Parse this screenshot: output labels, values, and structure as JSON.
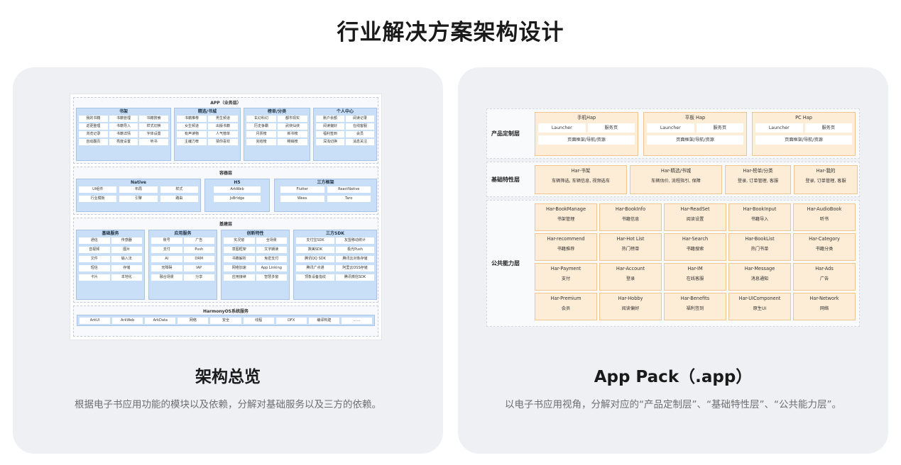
{
  "page": {
    "title": "行业解决方案架构设计"
  },
  "left": {
    "caption": "架构总览",
    "description": "根据电子书应用功能的模块以及依赖，分解对基础服务以及三方的依赖。",
    "app_layer": {
      "title": "APP（业务层）",
      "groups": [
        {
          "title": "书架",
          "items": [
            "我的书籍",
            "书籍管理",
            "书籍搜索",
            "返更整理",
            "书籍导入",
            "样式切换",
            "浏览记录",
            "书籍详情",
            "字体设置",
            "自动翻页",
            "亮度设置",
            "听书"
          ]
        },
        {
          "title": "精选/书城",
          "items": [
            "书籍推荐",
            "男生频道",
            "女生频道",
            "出版书籍",
            "有声读物",
            "人气榜单",
            "主编力荐",
            "猜你喜欢"
          ]
        },
        {
          "title": "榜单/分类",
          "items": [
            "玄幻科幻",
            "都市现实",
            "历史争霸",
            "武侠仙侠",
            "月票榜",
            "新书榜",
            "完结榜",
            "畅销榜"
          ]
        },
        {
          "title": "个人中心",
          "items": [
            "账户余额",
            "阅读记录",
            "阅读偏好",
            "在线客服",
            "福利签到",
            "会员",
            "深浅切换",
            "消息关注"
          ]
        }
      ]
    },
    "container_layer": {
      "title": "容器层",
      "groups": [
        {
          "title": "Native",
          "items": [
            "UI组件",
            "布局",
            "样式",
            "行业模板",
            "引擎",
            "路由"
          ]
        },
        {
          "title": "H5",
          "items": [
            "ArkWeb",
            "JsBridge"
          ]
        },
        {
          "title": "三方框架",
          "items": [
            "Flutter",
            "ReactNative",
            "Weex",
            "Taro"
          ]
        }
      ]
    },
    "base_layer": {
      "title": "基建层",
      "groups": [
        {
          "title": "基础服务",
          "items": [
            "通信",
            "传感器",
            "音视频",
            "图片",
            "文件",
            "输入法",
            "短信",
            "存储",
            "卡片",
            "本地化"
          ]
        },
        {
          "title": "应用服务",
          "items": [
            "账号",
            "广告",
            "支付",
            "Push",
            "AI",
            "DRM",
            "无障碍",
            "IAP",
            "融合场景",
            "分享"
          ]
        },
        {
          "title": "创新特性",
          "items": [
            "实况窗",
            "全场景",
            "意图框架",
            "文字朗读",
            "书籍解析",
            "免密支付",
            "网络加速",
            "App Linking",
            "应用接续",
            "智慧多窗"
          ]
        },
        {
          "title": "三方SDK",
          "items": [
            "支付宝SDK",
            "友盟移动统计",
            "数美SDK",
            "极光Push",
            "腾讯QQ SDK",
            "腾讯云对象存储",
            "腾讯广点通",
            "阿里云OSS存储",
            "顶象设备指纹",
            "腾讯微信SDK"
          ]
        }
      ]
    },
    "os_layer": {
      "title": "HarmonyOS系统服务",
      "items": [
        "ArkUI",
        "ArkWeb",
        "ArkData",
        "网络",
        "安全",
        "线程",
        "DFX",
        "编译构建",
        "……"
      ]
    }
  },
  "right": {
    "caption": "App Pack（.app）",
    "description": "以电子书应用视角，分解对应的“产品定制层”、“基础特性层”、“公共能力层”。",
    "product_layer": {
      "label": "产品定制层",
      "haps": [
        {
          "title": "手机Hap",
          "items": [
            "Launcher",
            "服务页"
          ],
          "footer": "页面框架/导航/资源"
        },
        {
          "title": "平板 Hap",
          "items": [
            "Launcher",
            "服务页"
          ],
          "footer": "页面框架/导航/资源"
        },
        {
          "title": "PC Hap",
          "items": [
            "Launcher",
            "服务页"
          ],
          "footer": "页面框架/导航/资源"
        }
      ]
    },
    "feature_layer": {
      "label": "基础特性层",
      "hars": [
        {
          "title": "Har-书架",
          "desc": "车辆筛选, 车辆信息, 视频选车"
        },
        {
          "title": "Har-精选/书城",
          "desc": "车辆估价, 流程指引, 保障"
        },
        {
          "title": "Har-榜单/分类",
          "desc": "登录, 订单管理, 客服"
        },
        {
          "title": "Har-我的",
          "desc": "登录, 订单管理, 客服"
        }
      ]
    },
    "common_layer": {
      "label": "公共能力层",
      "hars": [
        {
          "title": "Har-BookManage",
          "desc": "书架管理"
        },
        {
          "title": "Har-BookInfo",
          "desc": "书籍信息"
        },
        {
          "title": "Har-ReadSet",
          "desc": "阅读设置"
        },
        {
          "title": "Har-BookInput",
          "desc": "书籍导入"
        },
        {
          "title": "Har-AudioBook",
          "desc": "听书"
        },
        {
          "title": "Har-recommend",
          "desc": "书籍推荐"
        },
        {
          "title": "Har-Hot List",
          "desc": "热门榜单"
        },
        {
          "title": "Har-Search",
          "desc": "书籍搜索"
        },
        {
          "title": "Har-BookList",
          "desc": "热门书单"
        },
        {
          "title": "Har-Category",
          "desc": "书籍分类"
        },
        {
          "title": "Har-Payment",
          "desc": "支付"
        },
        {
          "title": "Har-Account",
          "desc": "登录"
        },
        {
          "title": "Har-IM",
          "desc": "在线客服"
        },
        {
          "title": "Har-Message",
          "desc": "消息通知"
        },
        {
          "title": "Har-Ads",
          "desc": "广告"
        },
        {
          "title": "Har-Premium",
          "desc": "会员"
        },
        {
          "title": "Har-Hobby",
          "desc": "阅读偏好"
        },
        {
          "title": "Har-Benefits",
          "desc": "福利签到"
        },
        {
          "title": "Har-UIComponent",
          "desc": "原生UI"
        },
        {
          "title": "Har-Network",
          "desc": "网络"
        }
      ]
    }
  }
}
